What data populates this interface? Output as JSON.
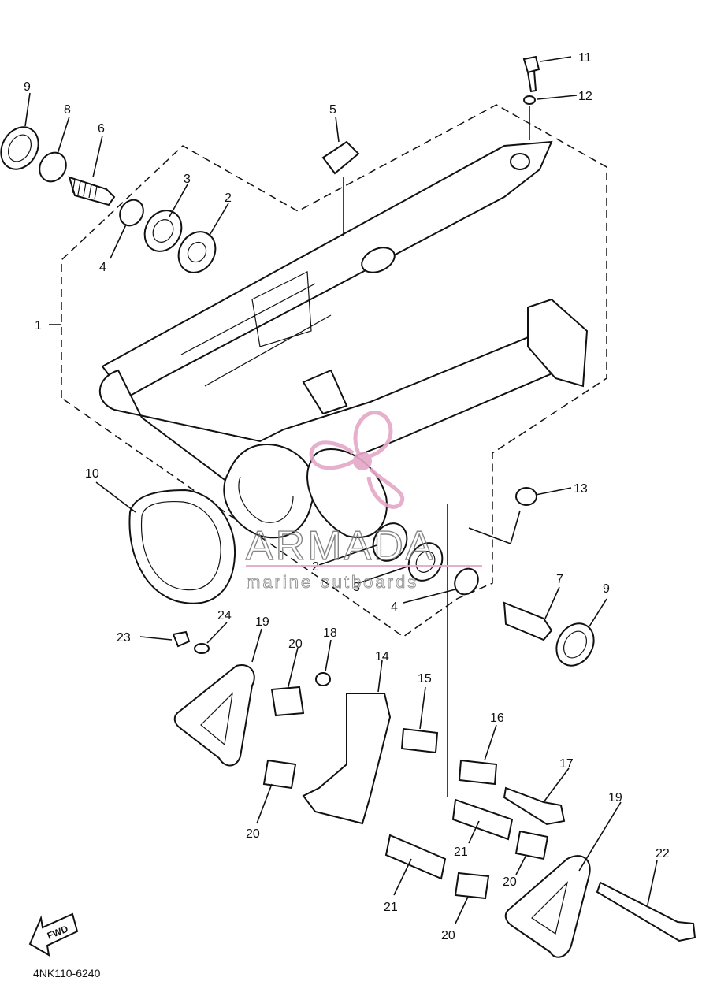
{
  "diagram": {
    "part_code": "4NK110-6240",
    "fwd_label": "FWD",
    "watermark": {
      "brand": "ARMADA",
      "tagline": "marine outboards",
      "accent_color": "#e4a8c8"
    },
    "callouts": [
      "1",
      "2",
      "3",
      "4",
      "5",
      "6",
      "7",
      "8",
      "9",
      "10",
      "11",
      "12",
      "13",
      "14",
      "15",
      "16",
      "17",
      "18",
      "19",
      "20",
      "21",
      "22",
      "23",
      "24"
    ],
    "callout_labels": {
      "c1": "1",
      "c2a": "2",
      "c2b": "2",
      "c3a": "3",
      "c3b": "3",
      "c4a": "4",
      "c4b": "4",
      "c5": "5",
      "c6": "6",
      "c7": "7",
      "c8": "8",
      "c9a": "9",
      "c9b": "9",
      "c10": "10",
      "c11": "11",
      "c12": "12",
      "c13": "13",
      "c14": "14",
      "c15": "15",
      "c16": "16",
      "c17": "17",
      "c18": "18",
      "c19a": "19",
      "c19b": "19",
      "c20a": "20",
      "c20b": "20",
      "c20c": "20",
      "c20d": "20",
      "c21a": "21",
      "c21b": "21",
      "c22": "22",
      "c23": "23",
      "c24": "24"
    }
  }
}
